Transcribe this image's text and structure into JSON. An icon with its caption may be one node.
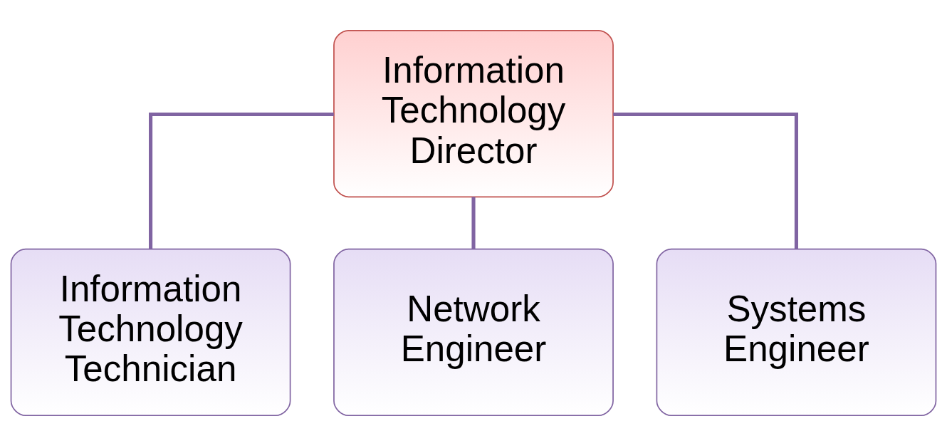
{
  "diagram": {
    "nodes": [
      {
        "text": [
          "Information Technology Director"
        ]
      },
      {
        "text": [
          "Information Technology Technician"
        ]
      },
      {
        "text": [
          "Network Engineer"
        ]
      },
      {
        "text": [
          "Systems Engineer"
        ]
      }
    ],
    "edges": [
      {
        "from": 0,
        "to": 1,
        "arrow": "none"
      },
      {
        "from": 0,
        "to": 2,
        "arrow": "none"
      },
      {
        "from": 0,
        "to": 3,
        "arrow": "none"
      }
    ]
  }
}
